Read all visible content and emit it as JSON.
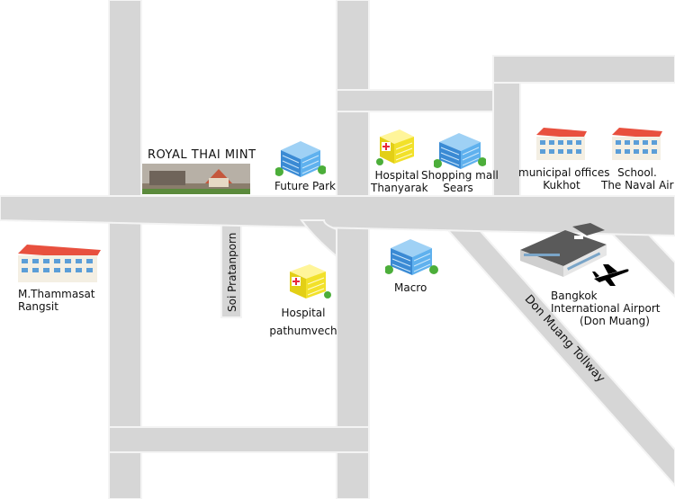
{
  "colors": {
    "road": "#d6d6d6",
    "road_edge": "#f4f4f4",
    "building_blue": "#4da3e6",
    "building_yellow": "#f2e12a",
    "roof_red": "#e8503e",
    "tree_green": "#4cae3a"
  },
  "icons": {
    "mint": "royal-thai-mint-building-icon",
    "office": "blue-office-building-icon",
    "hospital": "hospital-building-icon",
    "apartment": "red-roof-building-icon",
    "airport": "airport-terminal-icon",
    "plane": "airplane-icon"
  },
  "landmarks": {
    "royal_thai_mint": "ROYAL THAI MINT",
    "future_park": "Future Park",
    "hospital_thanyarak_1": "Hospital",
    "hospital_thanyarak_2": "Thanyarak",
    "shopping_mall_1": "Shopping mall",
    "shopping_mall_2": "Sears",
    "municipal_1": "municipal offices",
    "municipal_2": "Kukhot",
    "school_1": "School.",
    "school_2": "The Naval Air",
    "thammasat_1": "M.Thammasat",
    "thammasat_2": "Rangsit",
    "hospital_pathumvech_1": "Hospital",
    "hospital_pathumvech_2": "pathumvech",
    "macro": "Macro",
    "airport_1": "Bangkok",
    "airport_2": "International Airport",
    "airport_3": "(Don Muang)"
  },
  "roads": {
    "soi_pratanporn": "Soi Pratanporn",
    "don_muang_tollway": "Don Muang Tollway"
  }
}
